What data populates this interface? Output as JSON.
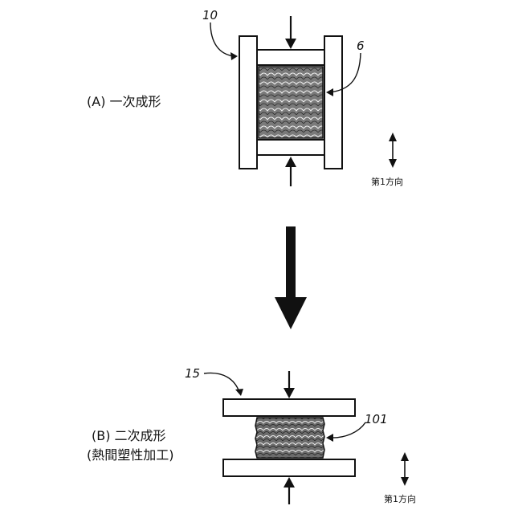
{
  "step_a": {
    "label": "(A) 一次成形",
    "ref_mold": "10",
    "ref_material": "6"
  },
  "step_b": {
    "label_line1": "(B) 二次成形",
    "label_line2": "(熱間塑性加工)",
    "ref_mold": "15",
    "ref_material": "101"
  },
  "direction_label": "第1方向",
  "colors": {
    "stroke": "#111111",
    "material_fill": "#777777",
    "material_fill_dark": "#555555"
  }
}
